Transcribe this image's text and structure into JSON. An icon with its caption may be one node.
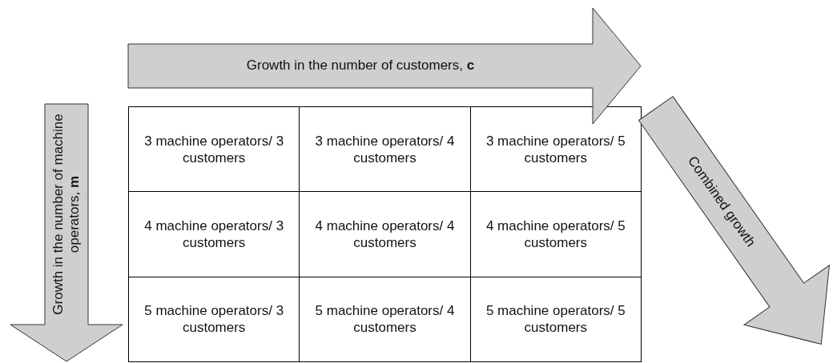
{
  "diagram": {
    "nodes": [
      {
        "text": [
          "Growth in the number of customers, **c**"
        ]
      },
      {
        "text": [
          "Growth in the number of machine operators, **m**"
        ]
      },
      {
        "text": [
          "Combined growth"
        ]
      }
    ],
    "labels": [
      "3 machine operators/ 3 customers",
      "3 machine operators/ 4 customers",
      "3 machine operators/ 5 customers",
      "4 machine operators/ 3 customers",
      "4 machine operators/ 4 customers",
      "4 machine operators/ 5 customers",
      "5 machine operators/ 3 customers",
      "5 machine operators/ 4 customers",
      "5 machine operators/ 5 customers"
    ]
  }
}
